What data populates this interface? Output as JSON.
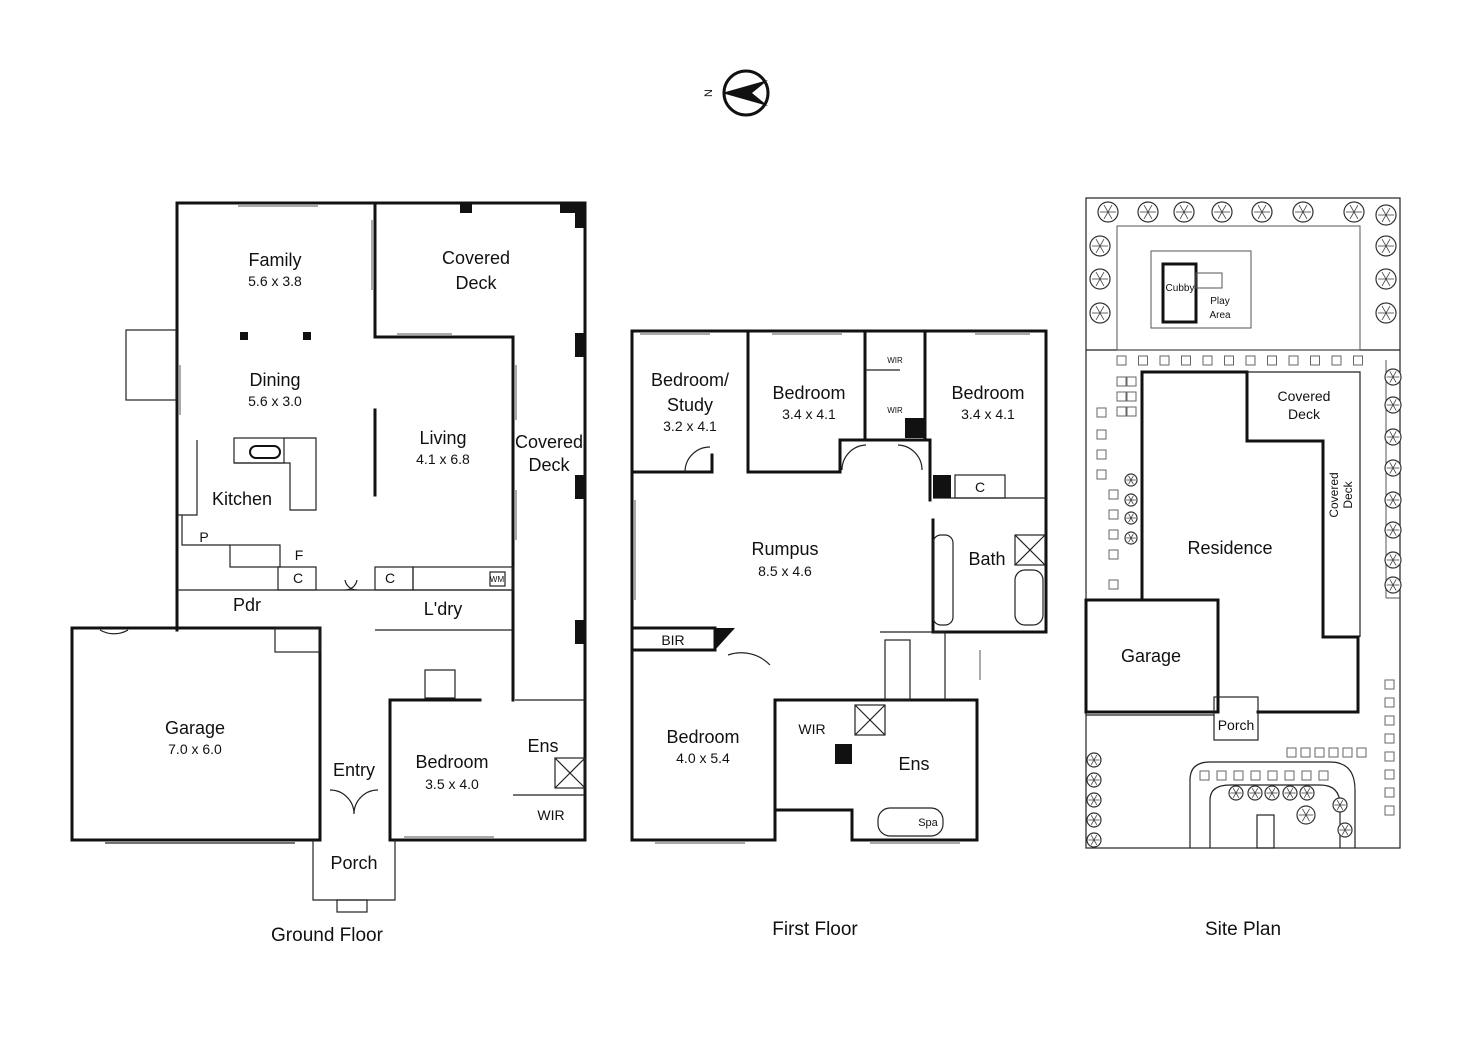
{
  "compass": {
    "north_label": "N"
  },
  "ground_floor": {
    "caption": "Ground Floor",
    "rooms": {
      "family": {
        "name": "Family",
        "size": "5.6 x 3.8"
      },
      "covered_deck_top": {
        "name1": "Covered",
        "name2": "Deck"
      },
      "dining": {
        "name": "Dining",
        "size": "5.6 x 3.0"
      },
      "living": {
        "name": "Living",
        "size": "4.1 x 6.8"
      },
      "covered_deck_side": {
        "name1": "Covered",
        "name2": "Deck"
      },
      "kitchen": {
        "name": "Kitchen"
      },
      "pantry": {
        "name": "P"
      },
      "fridge": {
        "name": "F"
      },
      "cupboard1": {
        "name": "C"
      },
      "cupboard2": {
        "name": "C"
      },
      "washing_machine": {
        "name": "WM"
      },
      "powder": {
        "name": "Pdr"
      },
      "laundry": {
        "name": "L'dry"
      },
      "garage": {
        "name": "Garage",
        "size": "7.0 x 6.0"
      },
      "entry": {
        "name": "Entry"
      },
      "bedroom": {
        "name": "Bedroom",
        "size": "3.5 x 4.0"
      },
      "ensuite": {
        "name": "Ens"
      },
      "wir": {
        "name": "WIR"
      },
      "porch": {
        "name": "Porch"
      }
    }
  },
  "first_floor": {
    "caption": "First Floor",
    "rooms": {
      "bed_study": {
        "name1": "Bedroom/",
        "name2": "Study",
        "size": "3.2 x 4.1"
      },
      "bedroom2": {
        "name": "Bedroom",
        "size": "3.4 x 4.1"
      },
      "bedroom3": {
        "name": "Bedroom",
        "size": "3.4 x 4.1"
      },
      "wir_a": {
        "name": "WIR"
      },
      "wir_b": {
        "name": "WIR"
      },
      "cupboard": {
        "name": "C"
      },
      "rumpus": {
        "name": "Rumpus",
        "size": "8.5 x 4.6"
      },
      "bath": {
        "name": "Bath"
      },
      "bir": {
        "name": "BIR"
      },
      "bedroom_main": {
        "name": "Bedroom",
        "size": "4.0 x 5.4"
      },
      "wir_main": {
        "name": "WIR"
      },
      "ensuite": {
        "name": "Ens"
      },
      "spa": {
        "name": "Spa"
      }
    }
  },
  "site_plan": {
    "caption": "Site Plan",
    "labels": {
      "cubby": "Cubby",
      "play1": "Play",
      "play2": "Area",
      "deck_top1": "Covered",
      "deck_top2": "Deck",
      "deck_side1": "Covered",
      "deck_side2": "Deck",
      "residence": "Residence",
      "garage": "Garage",
      "porch": "Porch"
    }
  }
}
